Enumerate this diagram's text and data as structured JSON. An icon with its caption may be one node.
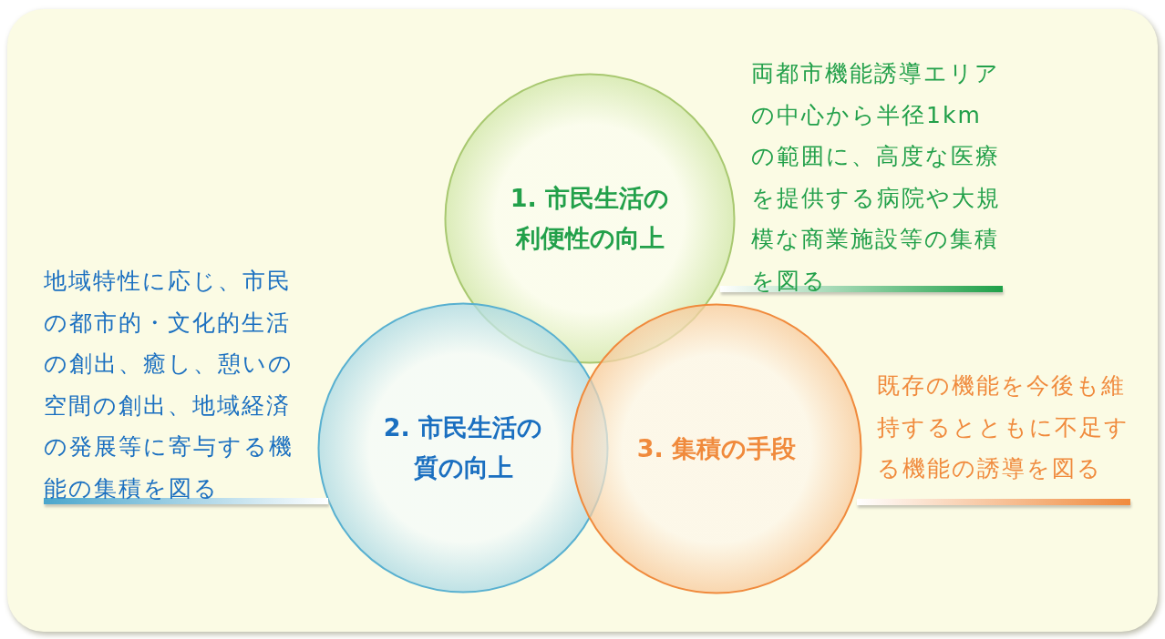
{
  "diagram": {
    "nodes": [
      {
        "text": [
          "1. 市民生活の利便性の向上"
        ],
        "beside": [
          "両都市機能誘導エリアの中心から半径1kmの範囲に、高度な医療を提供する病院や大規模な商業施設等の集積を図る"
        ]
      },
      {
        "text": [
          "2. 市民生活の質の向上"
        ],
        "beside": [
          "地域特性に応じ、市民の都市的・文化的生活の創出、癒し、憩いの空間の創出、地域経済の発展等に寄与する機能の集積を図る"
        ]
      },
      {
        "text": [
          "3. 集積の手段"
        ],
        "beside": [
          "既存の機能を今後も維持するとともに不足する機能の誘導を図る"
        ]
      }
    ]
  }
}
